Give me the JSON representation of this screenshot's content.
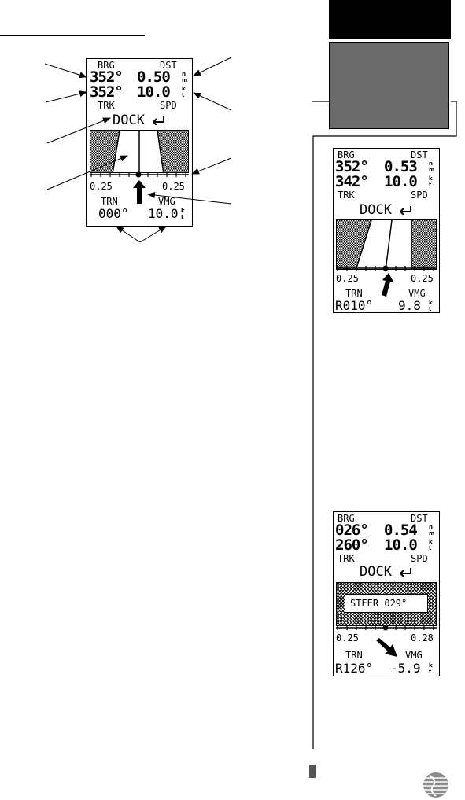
{
  "screens": [
    {
      "brg_label": "BRG",
      "dst_label": "DST",
      "brg": "352°",
      "dst": "0.50",
      "dst_unit_top": "n",
      "dst_unit_bot": "m",
      "trk": "352°",
      "spd": "10.0",
      "spd_unit_top": "k",
      "spd_unit_bot": "t",
      "trk_label": "TRK",
      "spd_label": "SPD",
      "dock": "DOCK",
      "scale_left": "0.25",
      "scale_right": "0.25",
      "trn_label": "TRN",
      "vmg_label": "VMG",
      "trn": "000°",
      "vmg": "10.0",
      "vmg_unit_top": "k",
      "vmg_unit_bot": "t"
    },
    {
      "brg_label": "BRG",
      "dst_label": "DST",
      "brg": "352°",
      "dst": "0.53",
      "dst_unit_top": "n",
      "dst_unit_bot": "m",
      "trk": "342°",
      "spd": "10.0",
      "spd_unit_top": "k",
      "spd_unit_bot": "t",
      "trk_label": "TRK",
      "spd_label": "SPD",
      "dock": "DOCK",
      "scale_left": "0.25",
      "scale_right": "0.25",
      "trn_label": "TRN",
      "vmg_label": "VMG",
      "trn": "R010°",
      "vmg": "9.8",
      "vmg_unit_top": "k",
      "vmg_unit_bot": "t"
    },
    {
      "brg_label": "BRG",
      "dst_label": "DST",
      "brg": "026°",
      "dst": "0.54",
      "dst_unit_top": "n",
      "dst_unit_bot": "m",
      "trk": "260°",
      "spd": "10.0",
      "spd_unit_top": "k",
      "spd_unit_bot": "t",
      "trk_label": "TRK",
      "spd_label": "SPD",
      "dock": "DOCK",
      "steer": "STEER 029°",
      "scale_left": "0.25",
      "scale_right": "0.28",
      "trn_label": "TRN",
      "vmg_label": "VMG",
      "trn": "R126°",
      "vmg": "-5.9",
      "vmg_unit_top": "k",
      "vmg_unit_bot": "t"
    }
  ],
  "colors": {
    "tab_dark": "#000000",
    "tab_gray": "#6b6b6b",
    "ink": "#000000"
  },
  "icons": [
    "return-arrow-icon",
    "position-arrow-icon",
    "globe-logo-icon"
  ]
}
